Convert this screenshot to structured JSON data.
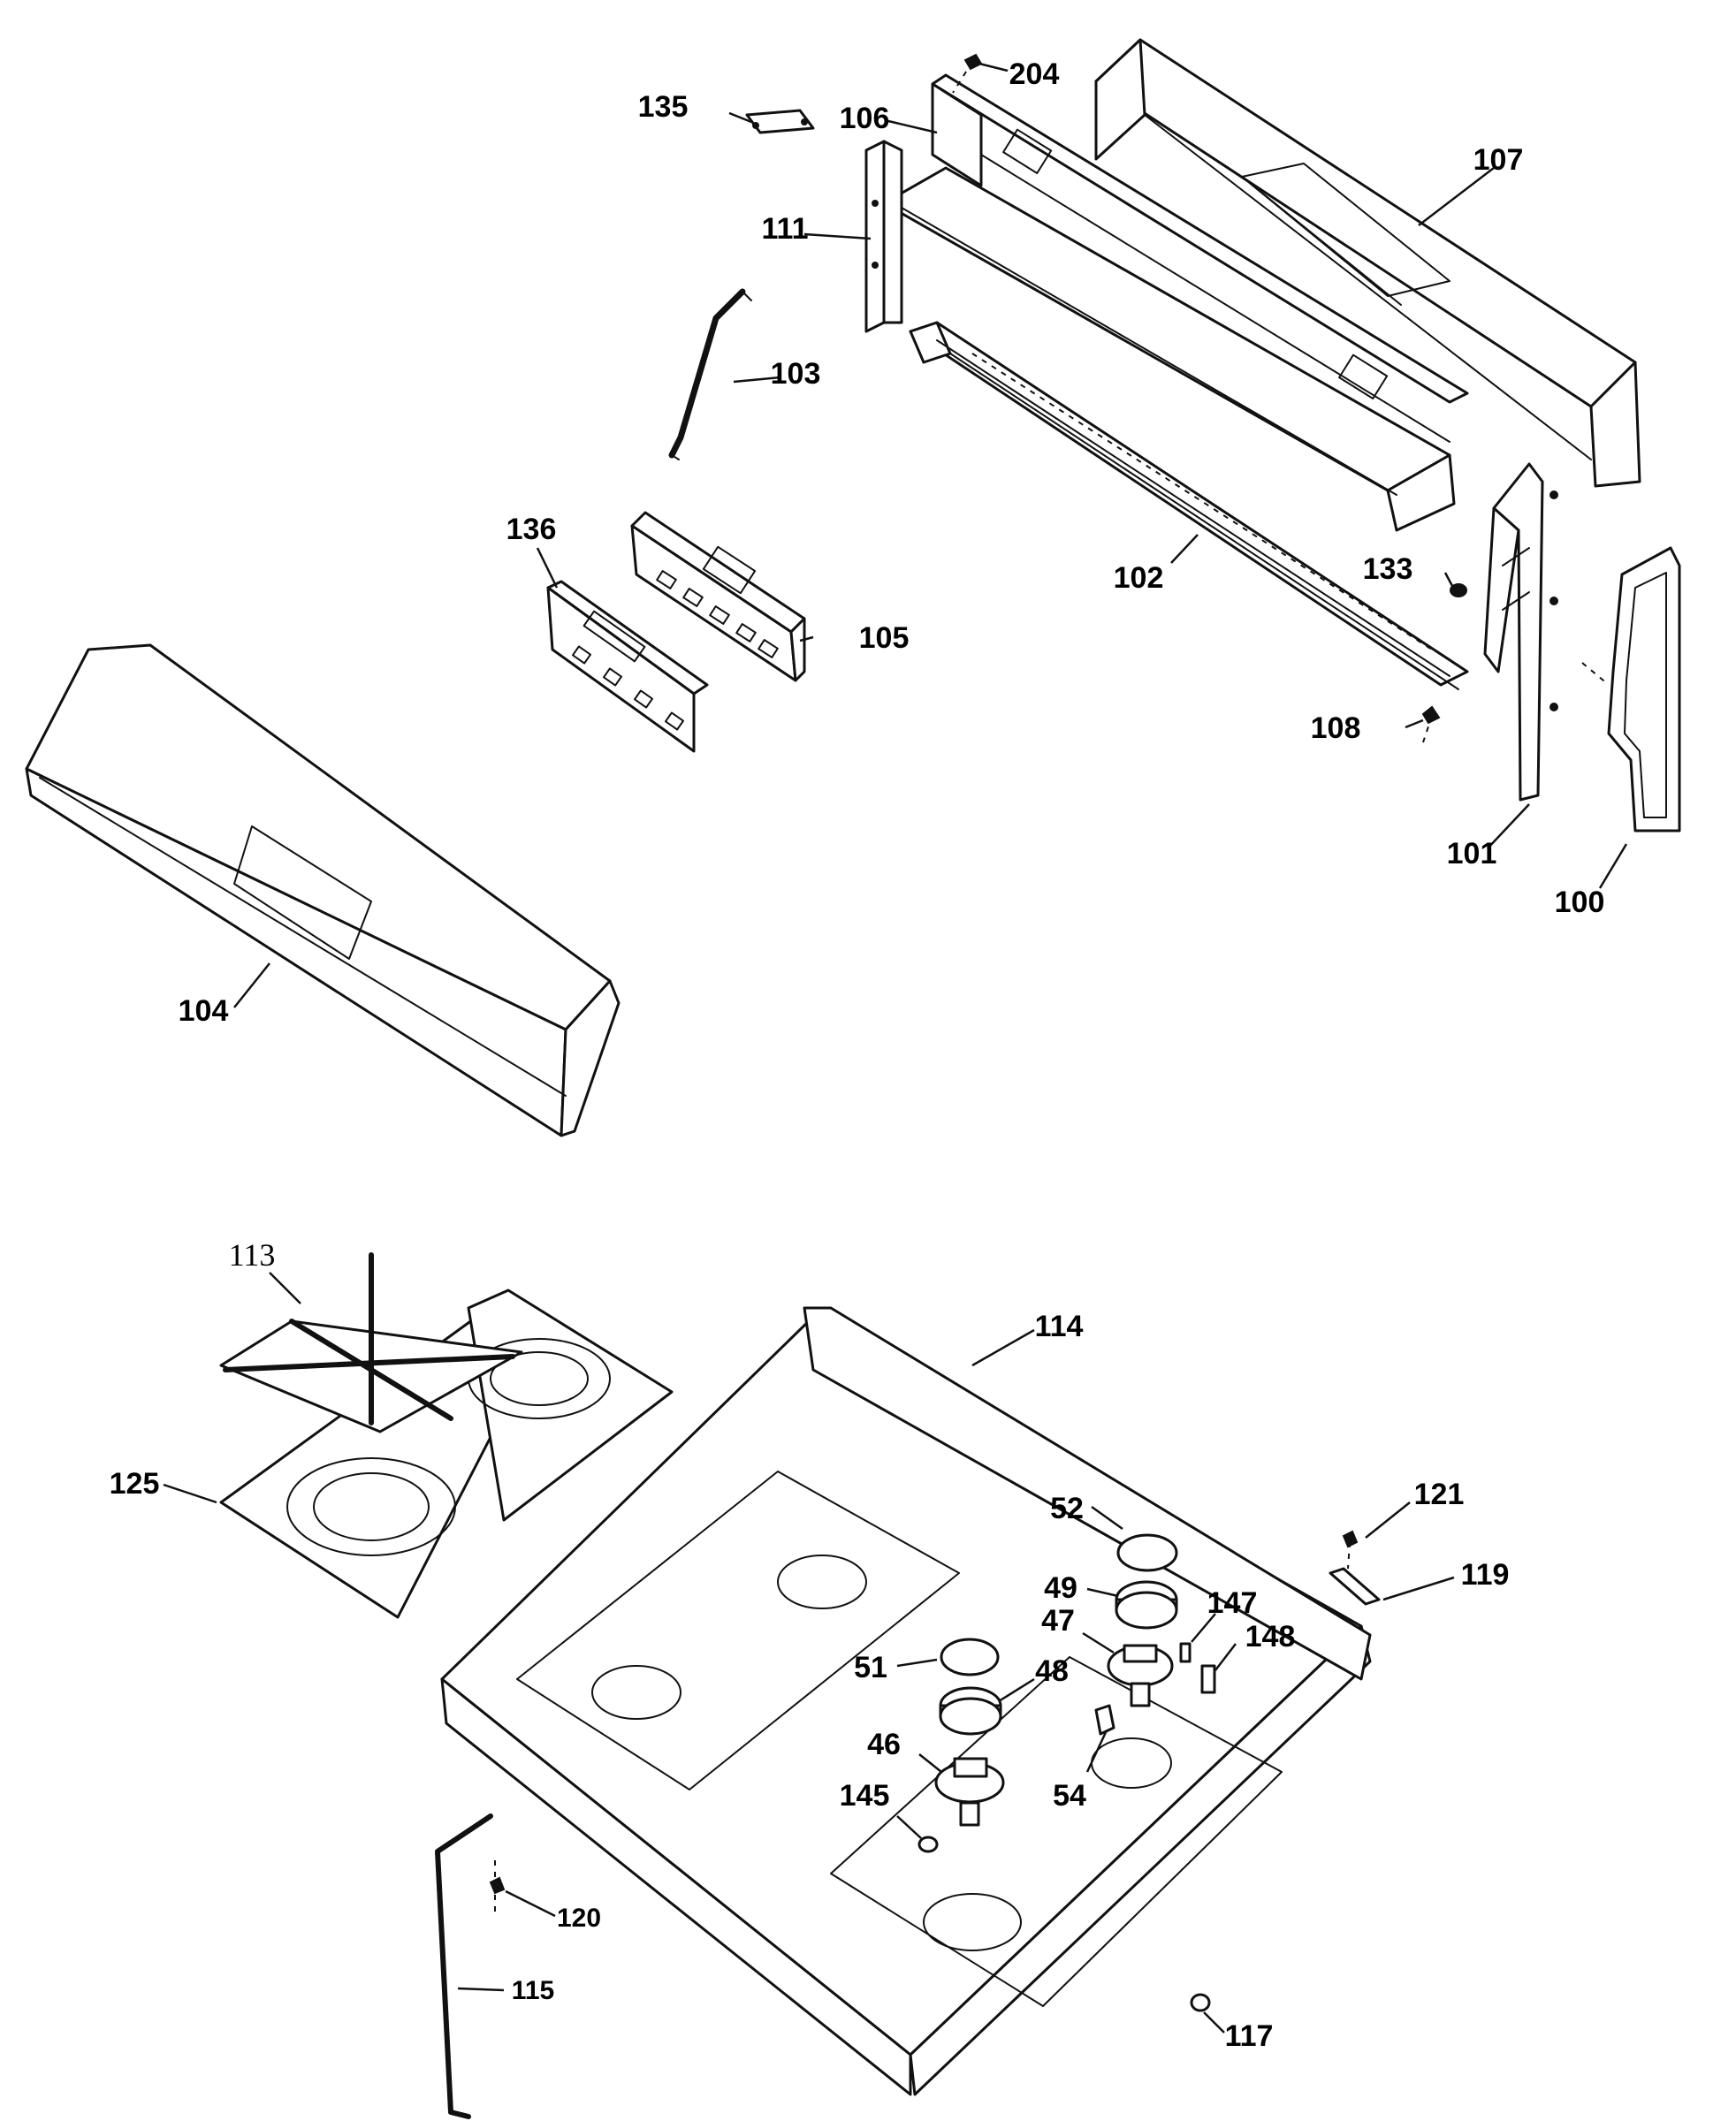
{
  "callouts": {
    "c204": "204",
    "c135": "135",
    "c106": "106",
    "c107": "107",
    "c111": "111",
    "c103": "103",
    "c136": "136",
    "c105": "105",
    "c102": "102",
    "c133": "133",
    "c108": "108",
    "c101": "101",
    "c100": "100",
    "c104": "104",
    "c113": "113",
    "c114": "114",
    "c125": "125",
    "c52": "52",
    "c121": "121",
    "c49": "49",
    "c119": "119",
    "c147": "147",
    "c47": "47",
    "c148": "148",
    "c51": "51",
    "c48": "48",
    "c46": "46",
    "c54": "54",
    "c145": "145",
    "c120": "120",
    "c115": "115",
    "c117": "117"
  }
}
